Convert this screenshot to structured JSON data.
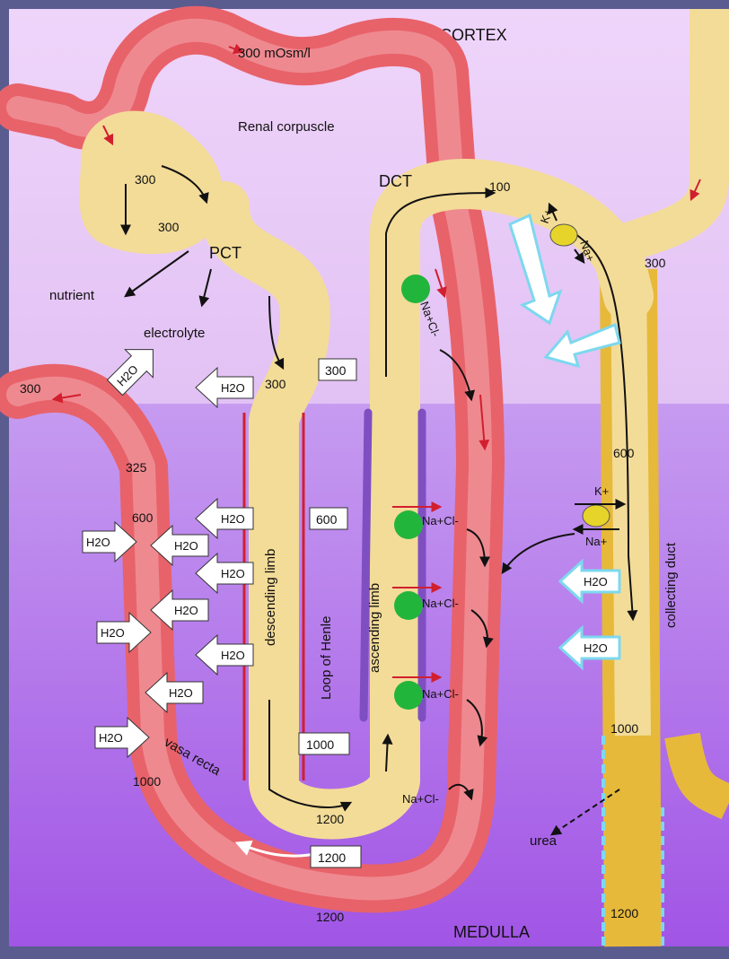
{
  "regions": {
    "cortex": "CORTEX",
    "medulla": "MEDULLA"
  },
  "labels": {
    "osm_top": "300 mOsm/l",
    "renal_corpuscle": "Renal corpuscle",
    "pct": "PCT",
    "dct": "DCT",
    "nutrient": "nutrient",
    "electrolyte": "electrolyte",
    "descending_limb": "descending limb",
    "ascending_limb": "ascending limb",
    "loop_of_henle": "Loop of Henle",
    "collecting_duct": "collecting duct",
    "vasa_recta": "vasa recta",
    "urea": "urea"
  },
  "numbers": {
    "corpuscle_top": "300",
    "corpuscle_mid": "300",
    "desc_top": "300",
    "dct_100": "100",
    "cd_300": "300",
    "cd_600": "600",
    "cd_1000": "1000",
    "cd_1200": "1200",
    "vr_300": "300",
    "vr_325": "325",
    "vr_600": "600",
    "vr_1000": "1000",
    "vr_1200": "1200",
    "loop_bottom": "1200"
  },
  "interstitial_boxes": [
    "300",
    "600",
    "1000",
    "1200"
  ],
  "ions": {
    "h2o": "H2O",
    "nacl": "Na+Cl-",
    "na": "Na+",
    "k": "K+",
    "cl": "Cl-"
  },
  "colors": {
    "cortex_bg": "#e6c8f5",
    "medulla_bg": "#b061e8",
    "tubule": "#f3dc98",
    "vessel": "#e8626a",
    "pump": "#22b53c",
    "duct": "#e7b93a",
    "arrow_light": "#7dd8ef",
    "purple_band": "#7f4fc2"
  }
}
